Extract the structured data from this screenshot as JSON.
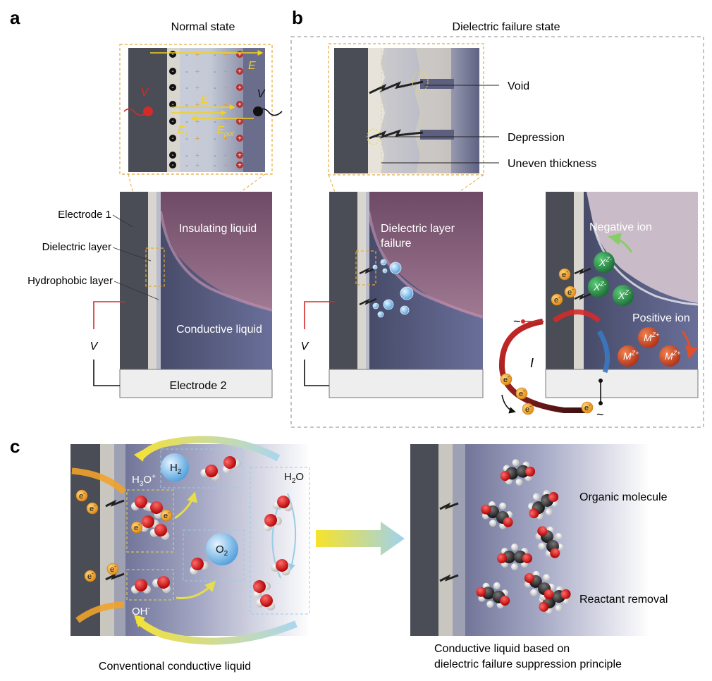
{
  "panel_a": {
    "letter": "a",
    "title": "Normal state",
    "labels": {
      "electrode1": "Electrode 1",
      "dielectric": "Dielectric layer",
      "hydrophobic": "Hydrophobic layer",
      "insulating": "Insulating liquid",
      "conductive": "Conductive liquid",
      "electrode2": "Electrode 2",
      "voltage": "V",
      "inset_v_left": "V",
      "inset_v_right": "V",
      "field_e": "E",
      "field_e_center": "E",
      "field_e1": "E",
      "field_e1_sub": "1",
      "field_epol": "E",
      "field_epol_sub": "pol"
    }
  },
  "panel_b": {
    "letter": "b",
    "title": "Dielectric failure state",
    "labels": {
      "void": "Void",
      "depression": "Depression",
      "uneven": "Uneven thickness",
      "failure_line1": "Dielectric layer",
      "failure_line2": "failure",
      "negative_ion": "Negative ion",
      "positive_ion": "Positive ion",
      "current": "I",
      "voltage": "V",
      "tilde": "~",
      "neg_ion_symbol": "X",
      "neg_ion_charge": "Z-",
      "pos_ion_symbol": "M",
      "pos_ion_charge": "Z+",
      "electron": "e",
      "electron_charge": "-"
    }
  },
  "panel_c": {
    "letter": "c",
    "left_caption": "Conventional conductive liquid",
    "right_caption_line1": "Conductive liquid based on",
    "right_caption_line2": "dielectric failure suppression principle",
    "h2": "H",
    "h2_sub": "2",
    "o2": "O",
    "o2_sub": "2",
    "h3o": "H",
    "h3o_sub": "3",
    "h3o_rest": "O",
    "h3o_sup": "+",
    "h2o": "H",
    "h2o_sub": "2",
    "h2o_rest": "O",
    "oh": "OH",
    "oh_sup": "-",
    "organic": "Organic molecule",
    "reactant": "Reactant removal"
  },
  "colors": {
    "electrode_dark": "#4a4d55",
    "conductive_purple": "#5a5f8c",
    "insulating_pink": "#8a5c78",
    "field_yellow": "#f2d21b",
    "red_wire": "#d42a2a",
    "ion_green": "#2f9a4f",
    "ion_red": "#d9502a",
    "electron_orange": "#f0a22a",
    "bubble_blue": "#7ab8e6",
    "dashed_orange": "#e8a83a"
  }
}
